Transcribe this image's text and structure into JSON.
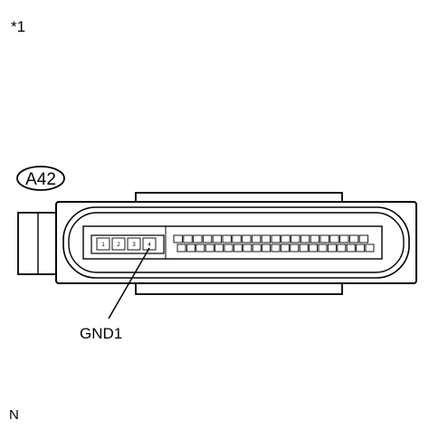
{
  "figure_marker": "*1",
  "corner_mark": "N",
  "connector": {
    "code": "A42",
    "callout": "GND1",
    "left_block_pins": [
      "1",
      "2",
      "3",
      "4"
    ],
    "top_row_pins": [
      "",
      "",
      "",
      "",
      "",
      "",
      "",
      "",
      "",
      "",
      "",
      "",
      "",
      "",
      "",
      "",
      "",
      "",
      "",
      ""
    ],
    "bottom_row_pins": [
      "",
      "",
      "",
      "",
      "",
      "",
      "",
      "",
      "",
      "",
      "",
      "",
      "",
      "",
      "",
      "",
      "",
      "",
      "",
      "",
      ""
    ]
  }
}
